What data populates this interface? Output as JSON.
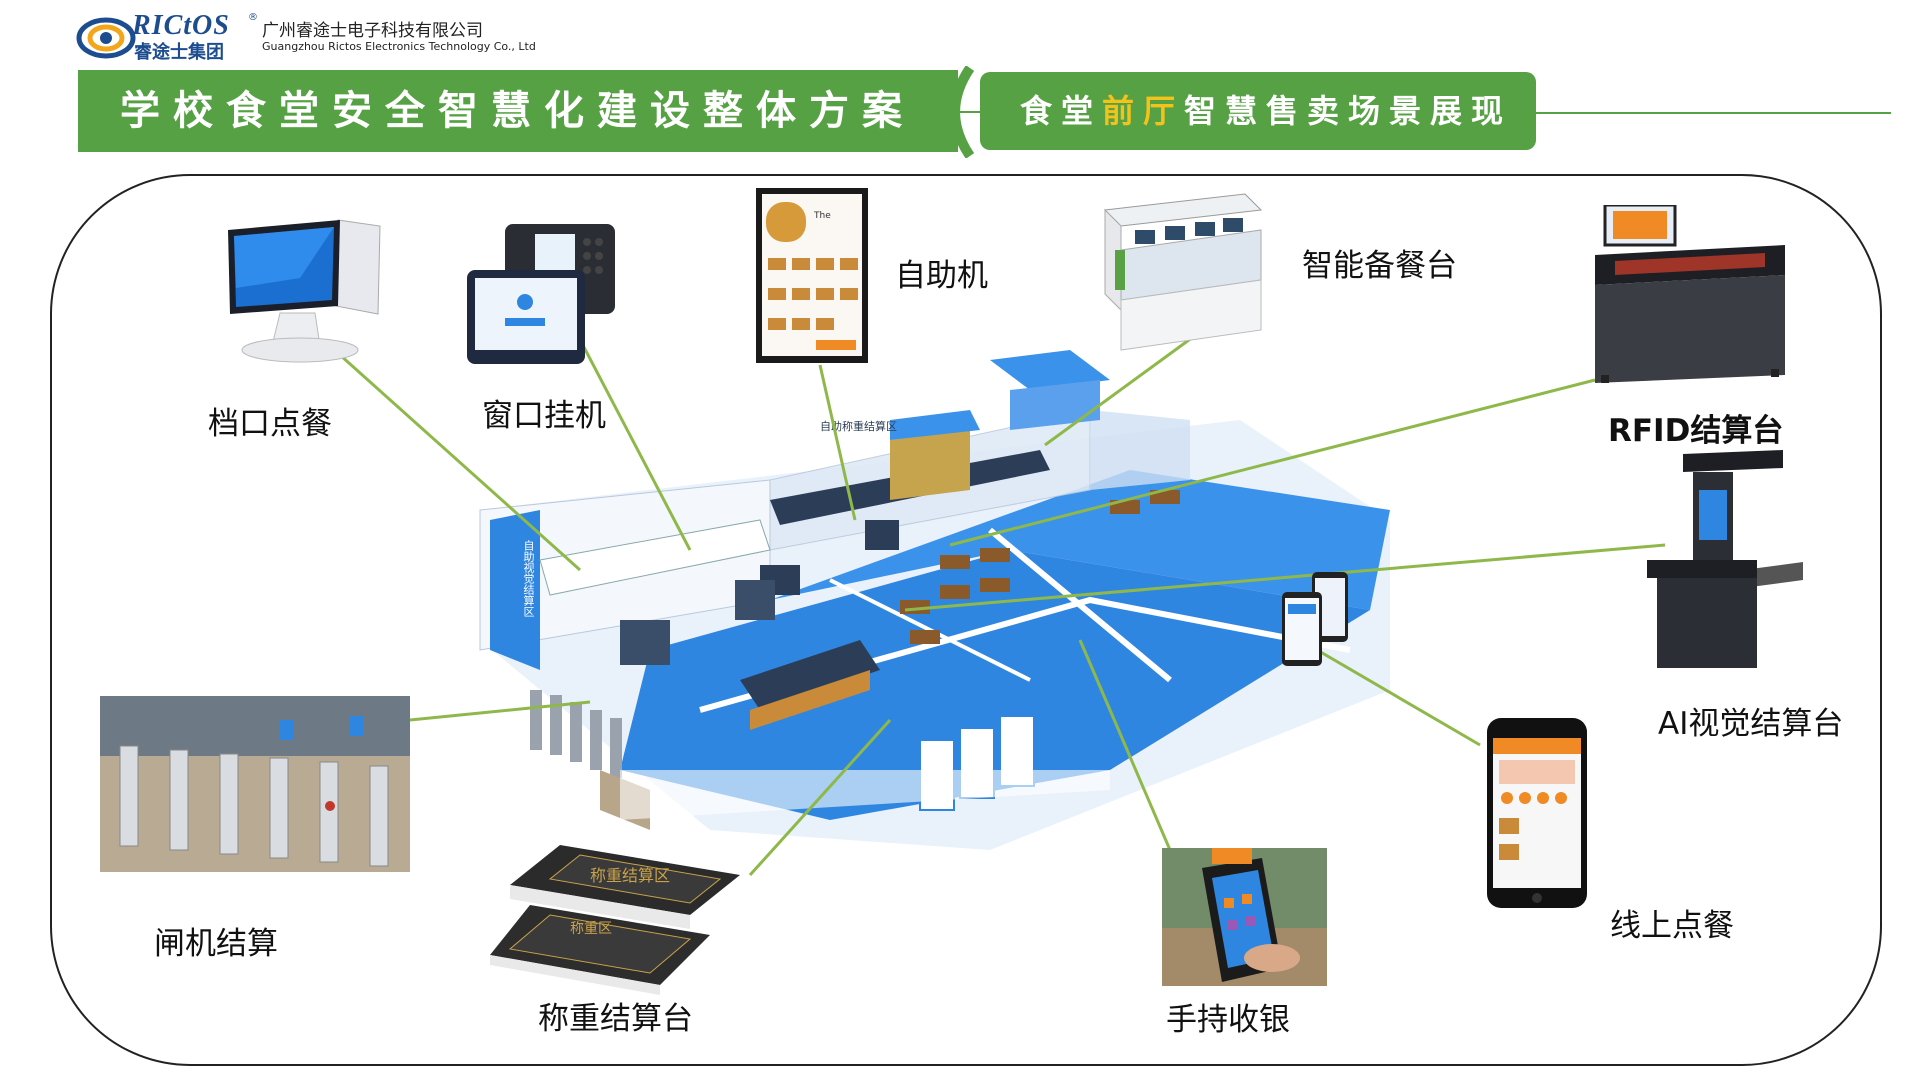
{
  "header": {
    "brand_en": "RICtOS",
    "brand_reg": "®",
    "brand_cn": "睿途士集团",
    "company_cn": "广州睿途士电子科技有限公司",
    "company_en": "Guangzhou Rictos Electronics Technology Co., Ltd"
  },
  "banner": {
    "left_title": "学校食堂安全智慧化建设整体方案",
    "right_pre": "食堂",
    "right_highlight": "前厅",
    "right_post": "智慧售卖场景展现"
  },
  "center": {
    "sign_left": "自助视觉结算区",
    "sign_top": "自助称重结算区",
    "scale_sign": "称重结算区",
    "scale_tag": "称重区"
  },
  "devices": [
    {
      "label": "档口点餐"
    },
    {
      "label": "窗口挂机"
    },
    {
      "label": "自助机"
    },
    {
      "label": "智能备餐台"
    },
    {
      "label": "RFID结算台"
    },
    {
      "label": "AI视觉结算台"
    },
    {
      "label": "线上点餐"
    },
    {
      "label": "手持收银"
    },
    {
      "label": "称重结算台"
    },
    {
      "label": "闸机结算"
    }
  ],
  "colors": {
    "banner_green": "#56a144",
    "highlight_yellow": "#f3c21b",
    "connector_green": "#8fb84a",
    "floor_blue": "#2f86e0"
  }
}
